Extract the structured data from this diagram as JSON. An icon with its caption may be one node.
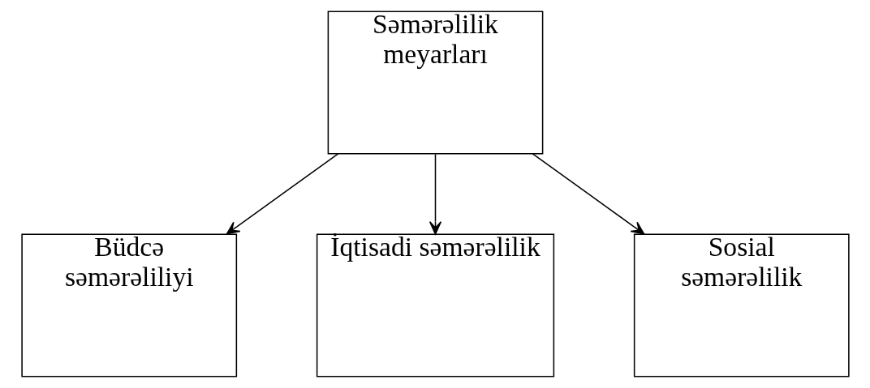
{
  "diagram": {
    "nodes": [
      {
        "text": [
          "Səmərəlilik meyarları"
        ]
      },
      {
        "text": [
          "Büdcə səmərəliliyi"
        ]
      },
      {
        "text": [
          "İqtisadi səmərəlilik"
        ]
      },
      {
        "text": [
          "Sosial səmərəlilik"
        ]
      }
    ],
    "edges": [
      {
        "from": 0,
        "to": 1,
        "arrow": "to"
      },
      {
        "from": 0,
        "to": 2,
        "arrow": "to"
      },
      {
        "from": 0,
        "to": 3,
        "arrow": "to"
      }
    ]
  }
}
